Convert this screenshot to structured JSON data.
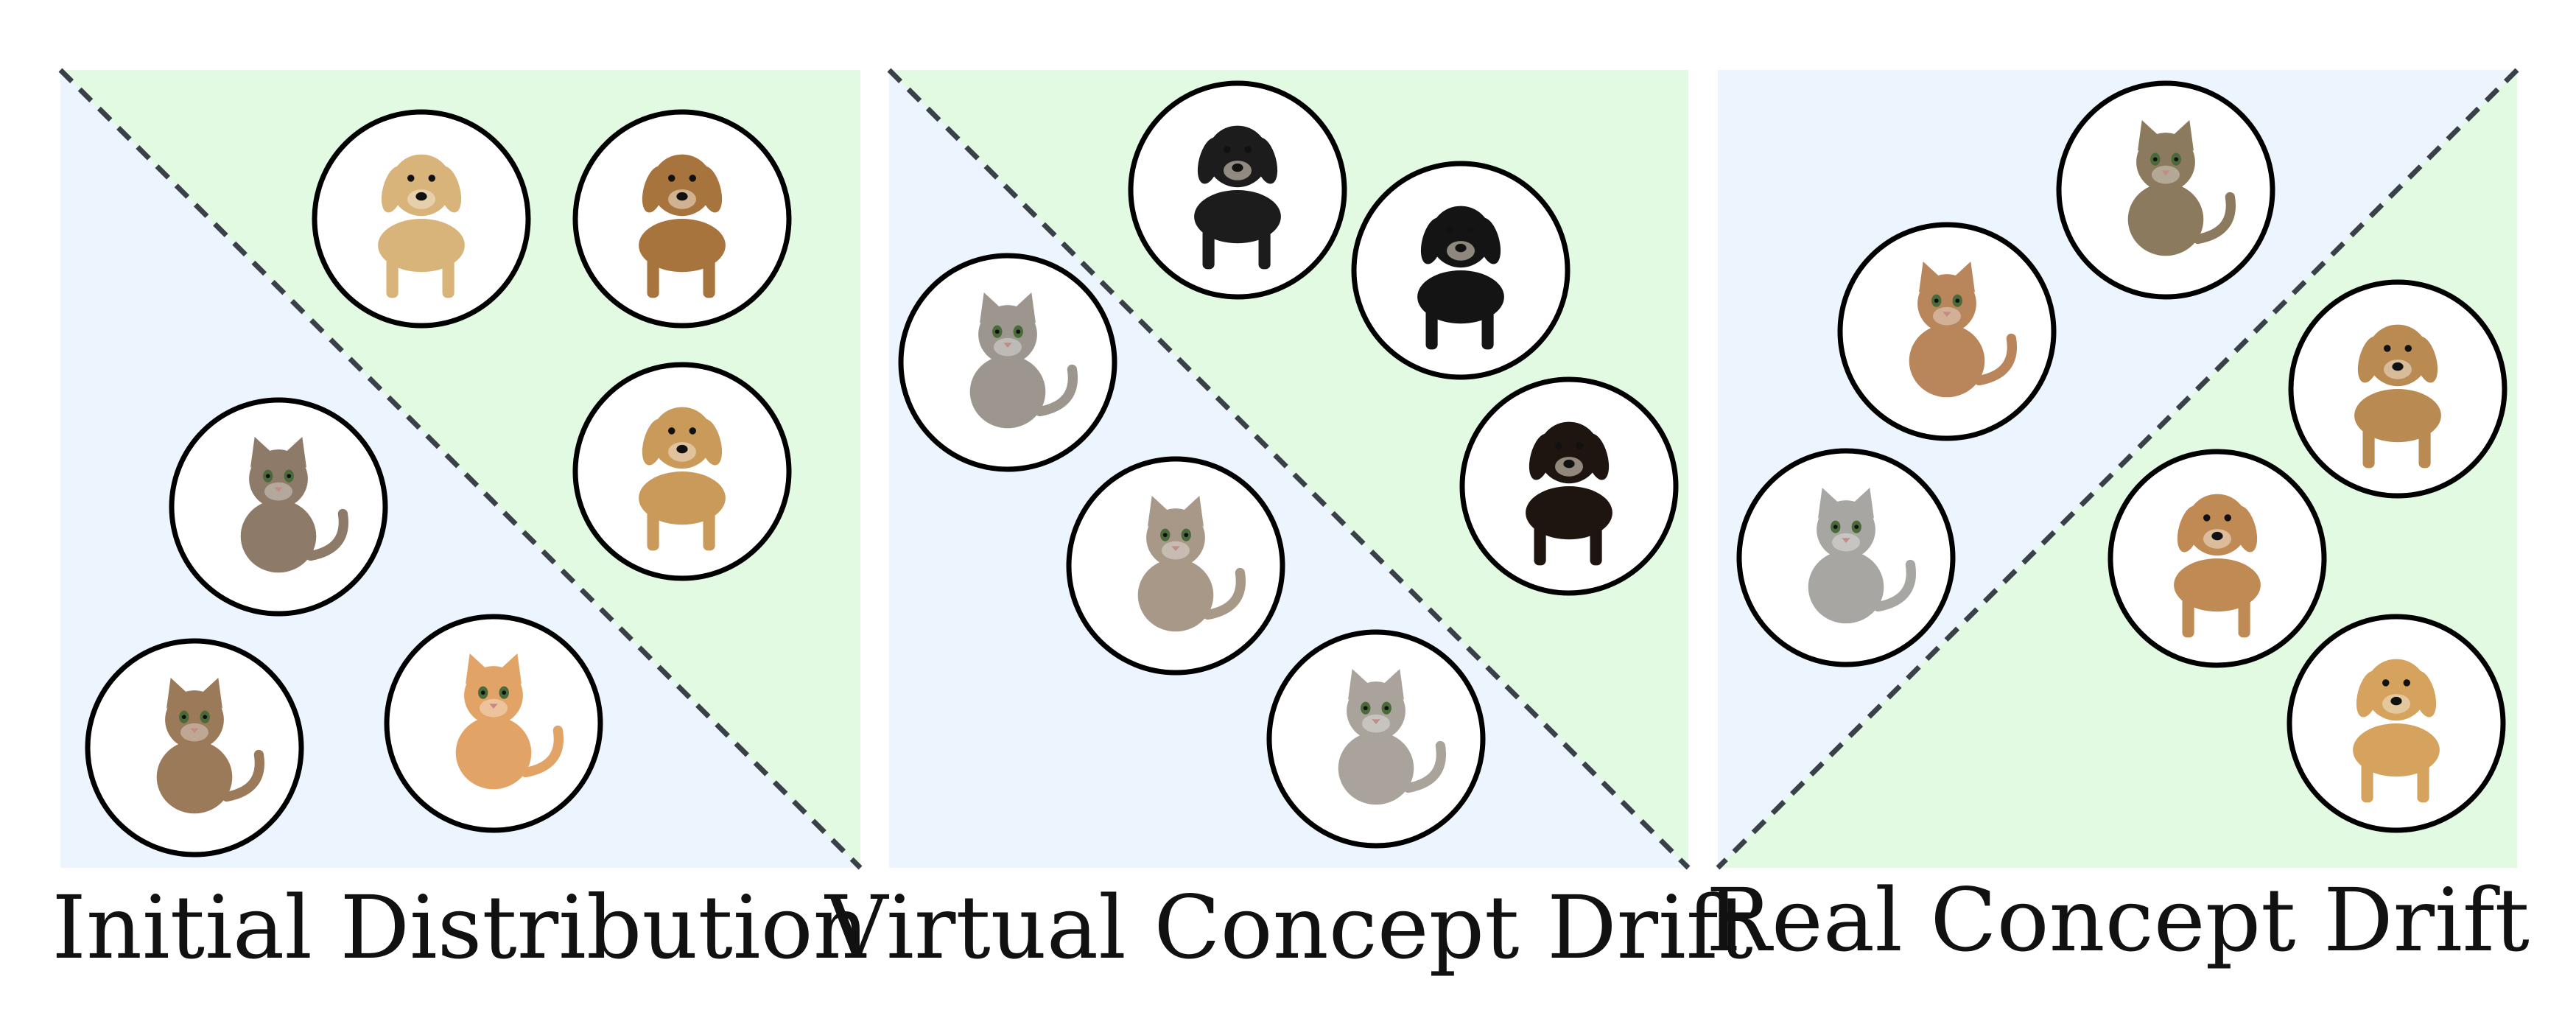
{
  "colors": {
    "dog_region": "#e1fae1",
    "cat_region": "#ecf4fe",
    "boundary": "#3a4048",
    "circle_border": "#000000",
    "circle_fill": "#ffffff"
  },
  "panels": [
    {
      "caption": "Initial Distribution",
      "animals": [
        {
          "icon": "golden-retriever-icon",
          "kind": "dog",
          "fur": "#d8b47a"
        },
        {
          "icon": "german-shepherd-icon",
          "kind": "dog",
          "fur": "#a8743e"
        },
        {
          "icon": "mastiff-icon",
          "kind": "dog",
          "fur": "#c99a5a"
        },
        {
          "icon": "tabby-kitten-icon",
          "kind": "cat",
          "fur": "#8d7a68"
        },
        {
          "icon": "fluffy-kitten-icon",
          "kind": "cat",
          "fur": "#9b7a5a"
        },
        {
          "icon": "orange-kitten-icon",
          "kind": "cat",
          "fur": "#e2a366"
        }
      ]
    },
    {
      "caption": "Virtual Concept Drift",
      "animals": [
        {
          "icon": "black-tan-dog-icon",
          "kind": "dog",
          "fur": "#1c1c1c"
        },
        {
          "icon": "black-labrador-icon",
          "kind": "dog",
          "fur": "#141414"
        },
        {
          "icon": "rottweiler-icon",
          "kind": "dog",
          "fur": "#1e1510"
        },
        {
          "icon": "grey-cat-icon",
          "kind": "cat",
          "fur": "#9c968e"
        },
        {
          "icon": "persian-cat-icon",
          "kind": "cat",
          "fur": "#a89888"
        },
        {
          "icon": "lying-cat-icon",
          "kind": "cat",
          "fur": "#aaa39b"
        }
      ]
    },
    {
      "caption": "Real Concept Drift",
      "animals": [
        {
          "icon": "maine-coon-icon",
          "kind": "cat",
          "fur": "#8b7a5e"
        },
        {
          "icon": "caracal-icon",
          "kind": "cat",
          "fur": "#b9865c"
        },
        {
          "icon": "grey-longhair-cat-icon",
          "kind": "cat",
          "fur": "#a8a6a2"
        },
        {
          "icon": "beagle-puppy-icon",
          "kind": "dog",
          "fur": "#b98a52"
        },
        {
          "icon": "jack-russell-icon",
          "kind": "dog",
          "fur": "#c08a55"
        },
        {
          "icon": "golden-puppy-icon",
          "kind": "dog",
          "fur": "#d6a35e"
        }
      ]
    }
  ]
}
